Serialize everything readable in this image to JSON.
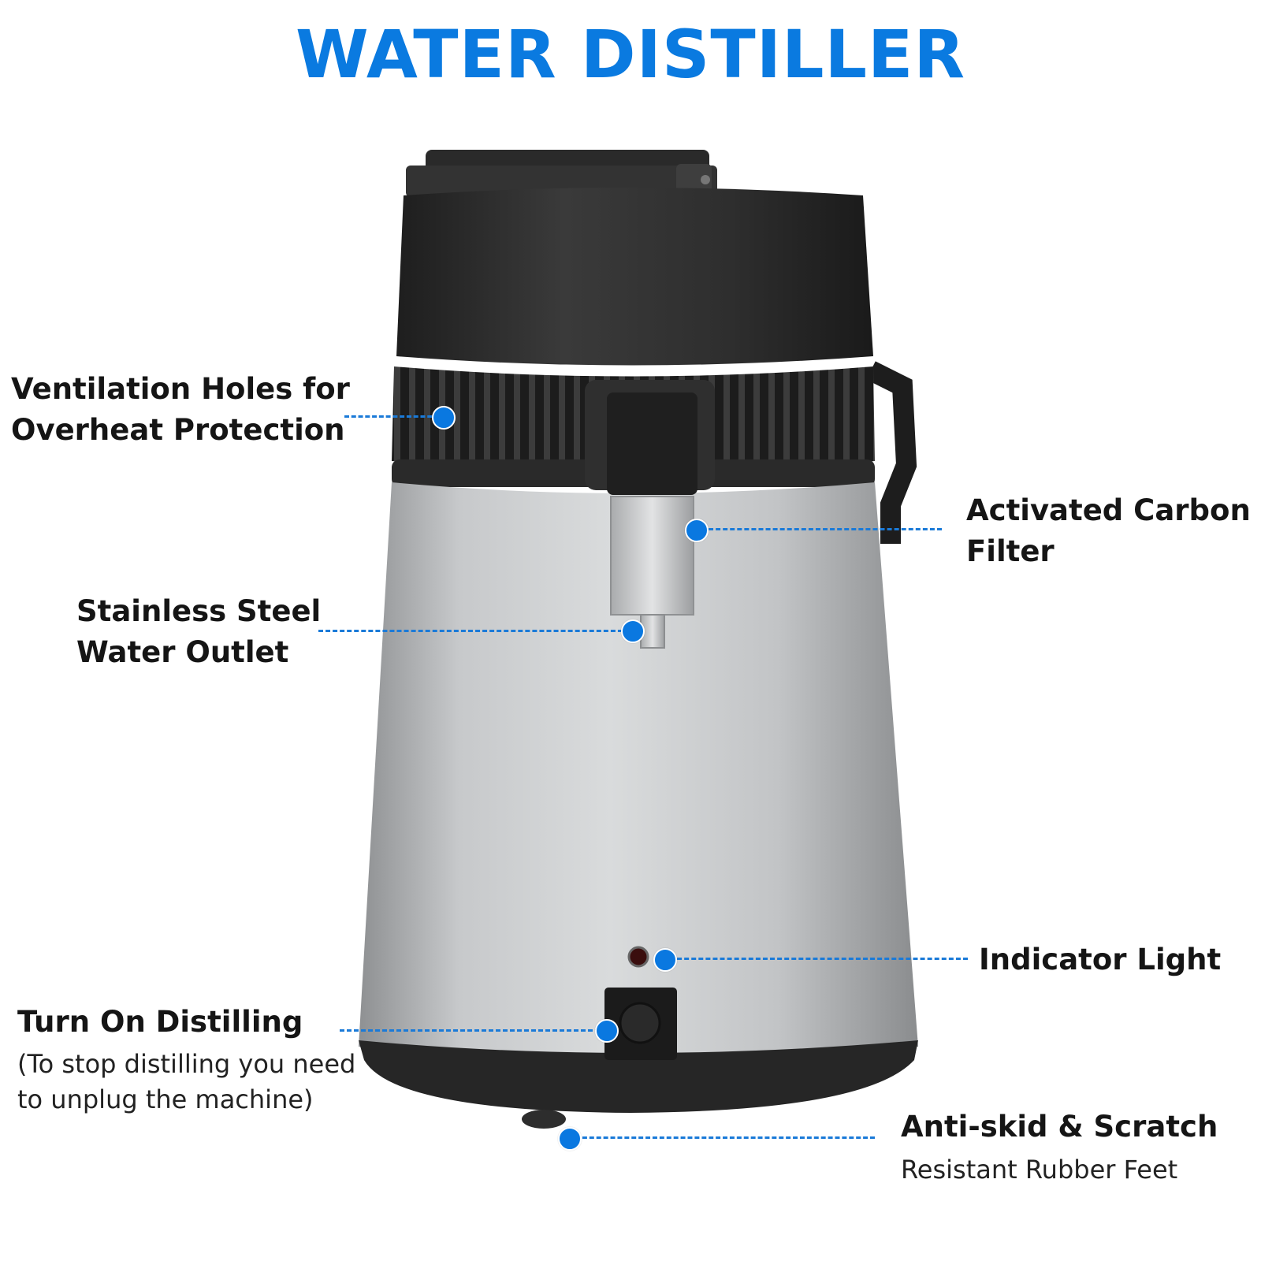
{
  "title": "WATER DISTILLER",
  "callouts": {
    "ventilation": {
      "line1": "Ventilation Holes for",
      "line2": "Overheat Protection"
    },
    "carbon_filter": {
      "line1": "Activated Carbon",
      "line2": "Filter"
    },
    "water_outlet": {
      "line1": "Stainless Steel",
      "line2": "Water Outlet"
    },
    "indicator": {
      "line1": "Indicator Light"
    },
    "turn_on": {
      "line1": "Turn On Distilling",
      "note1": "(To stop distilling you need",
      "note2": "to unplug the machine)"
    },
    "feet": {
      "line1": "Anti-skid & Scratch",
      "line2": "Resistant Rubber Feet"
    }
  },
  "colors": {
    "accent": "#0a7ae0",
    "body_silver": "#b9bbbd",
    "lid_black": "#2b2b2b"
  }
}
